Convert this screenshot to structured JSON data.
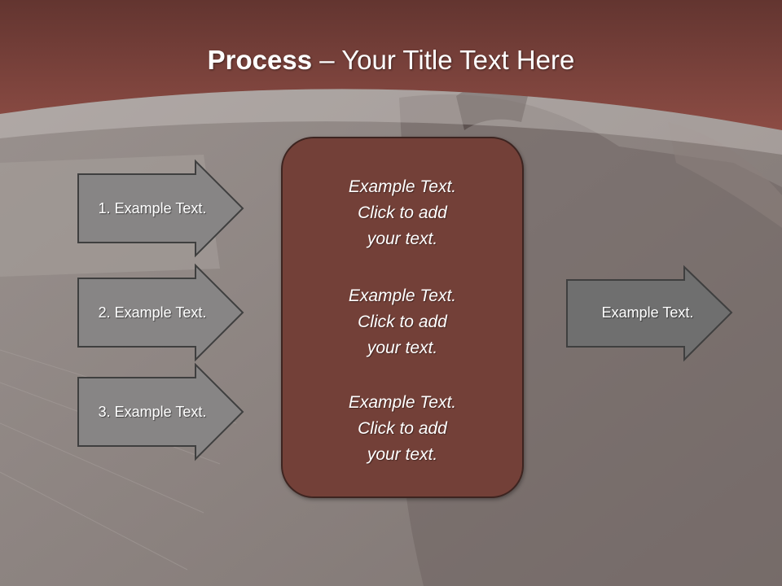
{
  "slide": {
    "title_bold": "Process",
    "title_rest": " – Your Title Text Here"
  },
  "colors": {
    "header": "#7a4038",
    "center_box": "#734038",
    "arrow_fill": "#878585",
    "arrow_stroke": "#3f3f3f"
  },
  "left_arrows": [
    {
      "label": "1. Example Text."
    },
    {
      "label": "2. Example Text."
    },
    {
      "label": "3. Example Text."
    }
  ],
  "center_blocks": [
    {
      "line1": "Example Text.",
      "line2": "Click  to add",
      "line3": "your text."
    },
    {
      "line1": "Example Text.",
      "line2": "Click  to add",
      "line3": "your text."
    },
    {
      "line1": "Example Text.",
      "line2": "Click  to add",
      "line3": "your text."
    }
  ],
  "right_arrow": {
    "label": "Example Text."
  }
}
